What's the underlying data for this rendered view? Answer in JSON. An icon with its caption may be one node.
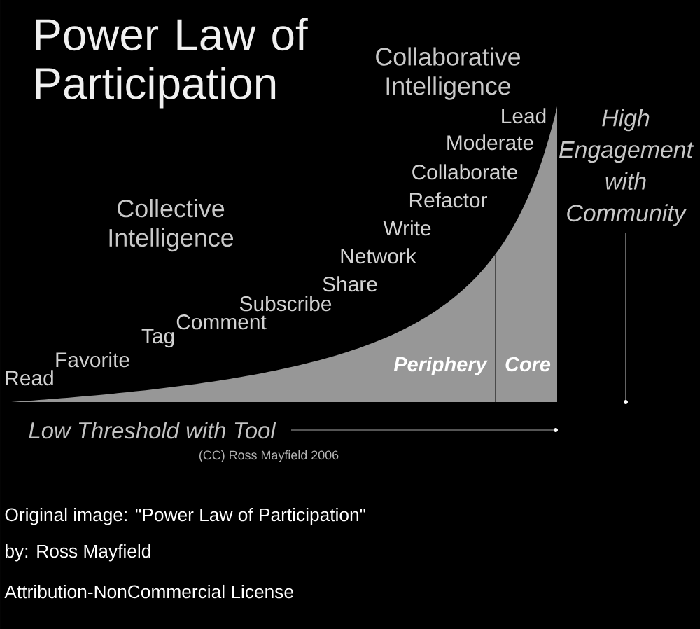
{
  "diagram": {
    "title": "Power Law of Participation",
    "labels": [
      "Collaborative Intelligence",
      "Lead",
      "High Engagement with Community",
      "Moderate",
      "Collaborate",
      "Refactor",
      "Collective Intelligence",
      "Write",
      "Network",
      "Share",
      "Subscribe",
      "Comment",
      "Tag",
      "Favorite",
      "Read",
      "Periphery",
      "Core",
      "Low Threshold with Tool",
      "(CC) Ross Mayfield 2006",
      "Original image: \"Power Law of Participation\"",
      "by: Ross Mayfield",
      "Attribution-NonCommercial License"
    ]
  }
}
